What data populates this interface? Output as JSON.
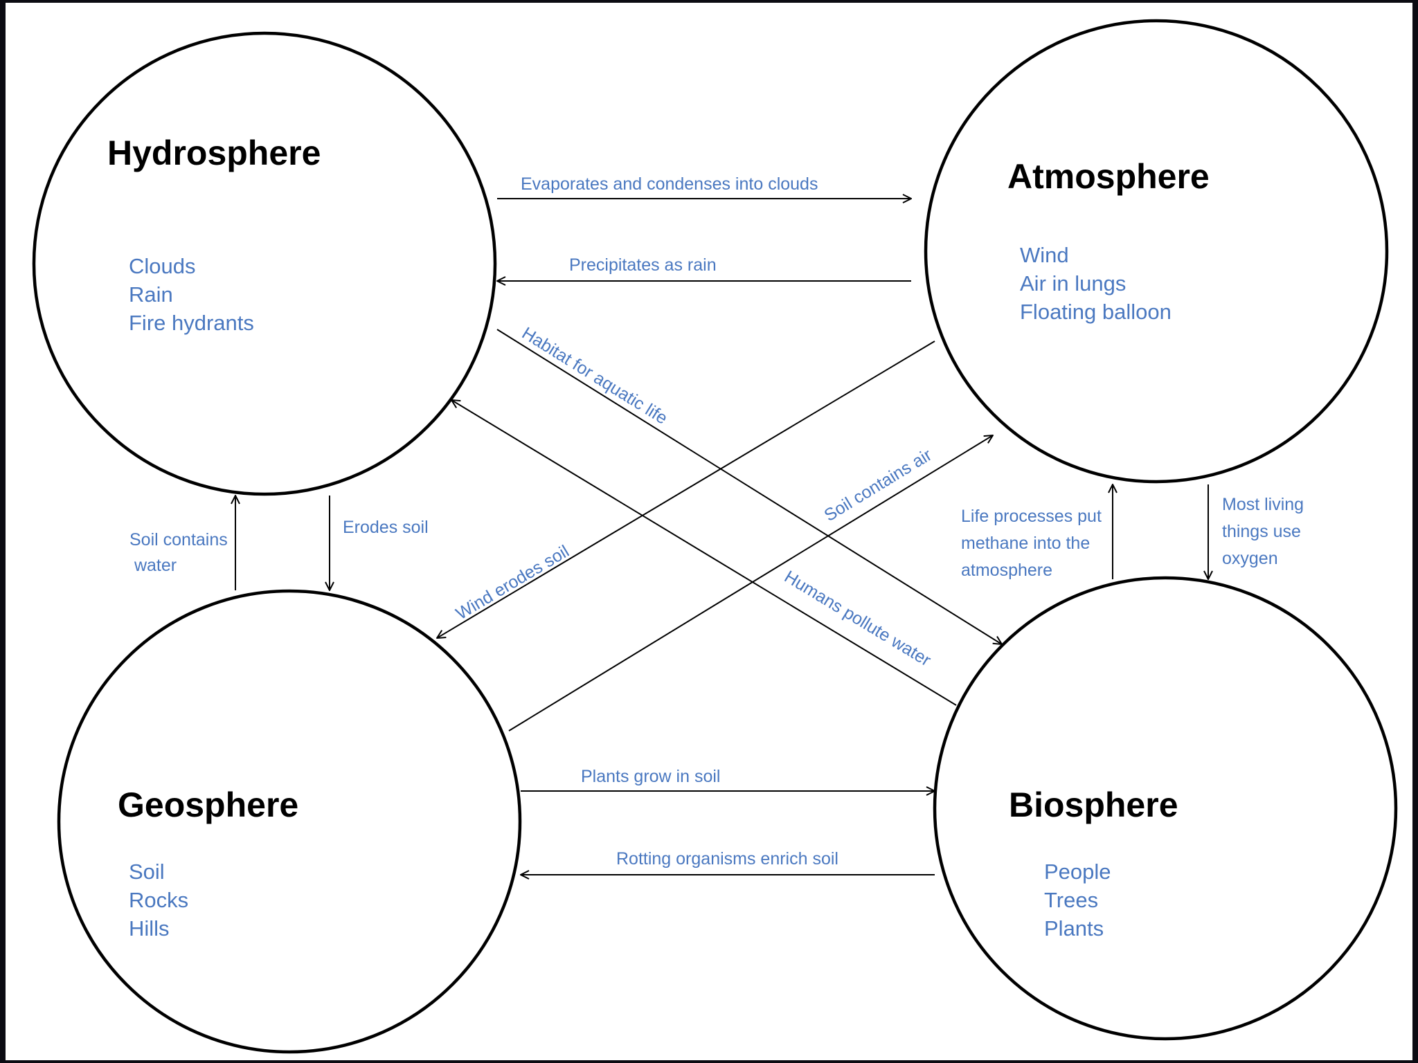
{
  "nodes": {
    "hydrosphere": {
      "title": "Hydrosphere",
      "items": [
        "Clouds",
        "Rain",
        "Fire hydrants"
      ]
    },
    "atmosphere": {
      "title": "Atmosphere",
      "items": [
        "Wind",
        "Air in lungs",
        "Floating balloon"
      ]
    },
    "geosphere": {
      "title": "Geosphere",
      "items": [
        "Soil",
        "Rocks",
        "Hills"
      ]
    },
    "biosphere": {
      "title": "Biosphere",
      "items": [
        "People",
        "Trees",
        "Plants"
      ]
    }
  },
  "edges": [
    {
      "id": "hydro-to-atmo",
      "from": "hydrosphere",
      "to": "atmosphere",
      "label": [
        "Evaporates and condenses into clouds"
      ]
    },
    {
      "id": "atmo-to-hydro",
      "from": "atmosphere",
      "to": "hydrosphere",
      "label": [
        "Precipitates as rain"
      ]
    },
    {
      "id": "hydro-to-bio",
      "from": "hydrosphere",
      "to": "biosphere",
      "label": [
        "Habitat for aquatic life"
      ]
    },
    {
      "id": "bio-to-hydro",
      "from": "biosphere",
      "to": "hydrosphere",
      "label": [
        "Humans pollute water"
      ]
    },
    {
      "id": "atmo-to-geo",
      "from": "atmosphere",
      "to": "geosphere",
      "label": [
        "Wind erodes soil"
      ]
    },
    {
      "id": "geo-to-atmo",
      "from": "geosphere",
      "to": "atmosphere",
      "label": [
        "Soil contains air"
      ]
    },
    {
      "id": "geo-to-hydro",
      "from": "geosphere",
      "to": "hydrosphere",
      "label": [
        "Soil contains",
        " water"
      ]
    },
    {
      "id": "hydro-to-geo",
      "from": "hydrosphere",
      "to": "geosphere",
      "label": [
        "Erodes soil"
      ]
    },
    {
      "id": "bio-to-atmo",
      "from": "biosphere",
      "to": "atmosphere",
      "label": [
        "Life processes put",
        "methane into the",
        "atmosphere"
      ]
    },
    {
      "id": "atmo-to-bio",
      "from": "atmosphere",
      "to": "biosphere",
      "label": [
        "Most living",
        "things use",
        "oxygen"
      ]
    },
    {
      "id": "geo-to-bio",
      "from": "geosphere",
      "to": "biosphere",
      "label": [
        "Plants grow in soil"
      ]
    },
    {
      "id": "bio-to-geo",
      "from": "biosphere",
      "to": "geosphere",
      "label": [
        "Rotting organisms enrich soil"
      ]
    }
  ],
  "colors": {
    "label": "#4a78c0",
    "outline": "#000000",
    "background": "#ffffff",
    "border": "#0b0b12"
  }
}
